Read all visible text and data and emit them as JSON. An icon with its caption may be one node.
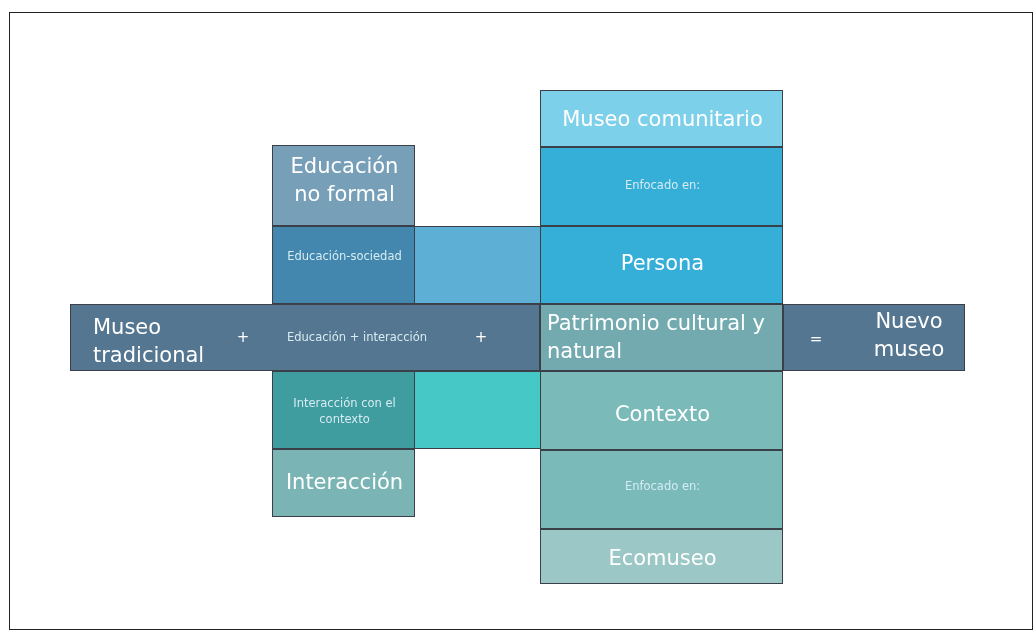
{
  "diagram": {
    "nodes": [
      {
        "text": [
          "Museo comunitario"
        ]
      },
      {
        "text": [
          "Educación no formal"
        ]
      },
      {
        "text": [
          "Enfocado en:"
        ]
      },
      {
        "text": [
          "Educación-sociedad"
        ]
      },
      {
        "text": [],
        "shape": "bar"
      },
      {
        "text": [
          "Persona"
        ]
      },
      {
        "text": [
          "Museo tradicional",
          "+",
          "Educación + interacción",
          "+"
        ]
      },
      {
        "text": [
          "Patrimonio cultural y natural"
        ]
      },
      {
        "text": [
          "=",
          "Nuevo museo"
        ]
      },
      {
        "text": [
          "Interacción con el contexto"
        ]
      },
      {
        "text": [],
        "shape": "bar"
      },
      {
        "text": [
          "Contexto"
        ]
      },
      {
        "text": [
          "Interacción"
        ]
      },
      {
        "text": [
          "Enfocado en:"
        ]
      },
      {
        "text": [
          "Ecomuseo"
        ]
      }
    ]
  }
}
